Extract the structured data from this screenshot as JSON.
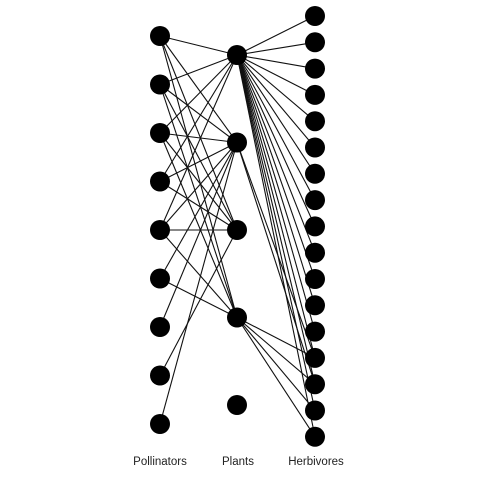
{
  "columns": [
    {
      "id": "pollinators",
      "label": "Pollinators",
      "count": 9
    },
    {
      "id": "plants",
      "label": "Plants",
      "count": 5
    },
    {
      "id": "herbivores",
      "label": "Herbivores",
      "count": 17
    }
  ],
  "edges": {
    "pollinators_plants": [
      [
        0,
        0
      ],
      [
        0,
        1
      ],
      [
        0,
        2
      ],
      [
        0,
        3
      ],
      [
        1,
        0
      ],
      [
        1,
        1
      ],
      [
        1,
        2
      ],
      [
        1,
        3
      ],
      [
        2,
        0
      ],
      [
        2,
        1
      ],
      [
        2,
        2
      ],
      [
        2,
        3
      ],
      [
        3,
        0
      ],
      [
        3,
        1
      ],
      [
        3,
        2
      ],
      [
        4,
        0
      ],
      [
        4,
        1
      ],
      [
        4,
        2
      ],
      [
        4,
        3
      ],
      [
        5,
        1
      ],
      [
        5,
        3
      ],
      [
        6,
        1
      ],
      [
        7,
        2
      ],
      [
        8,
        1
      ]
    ],
    "plants_herbivores": [
      [
        0,
        0
      ],
      [
        0,
        1
      ],
      [
        0,
        2
      ],
      [
        0,
        3
      ],
      [
        0,
        4
      ],
      [
        0,
        5
      ],
      [
        0,
        6
      ],
      [
        0,
        7
      ],
      [
        0,
        8
      ],
      [
        0,
        9
      ],
      [
        0,
        10
      ],
      [
        0,
        11
      ],
      [
        0,
        12
      ],
      [
        0,
        13
      ],
      [
        0,
        14
      ],
      [
        0,
        15
      ],
      [
        0,
        16
      ],
      [
        1,
        13
      ],
      [
        1,
        14
      ],
      [
        3,
        13
      ],
      [
        3,
        14
      ],
      [
        3,
        15
      ],
      [
        3,
        16
      ]
    ]
  },
  "colors": {
    "node": "#000000",
    "edge": "#111111"
  }
}
